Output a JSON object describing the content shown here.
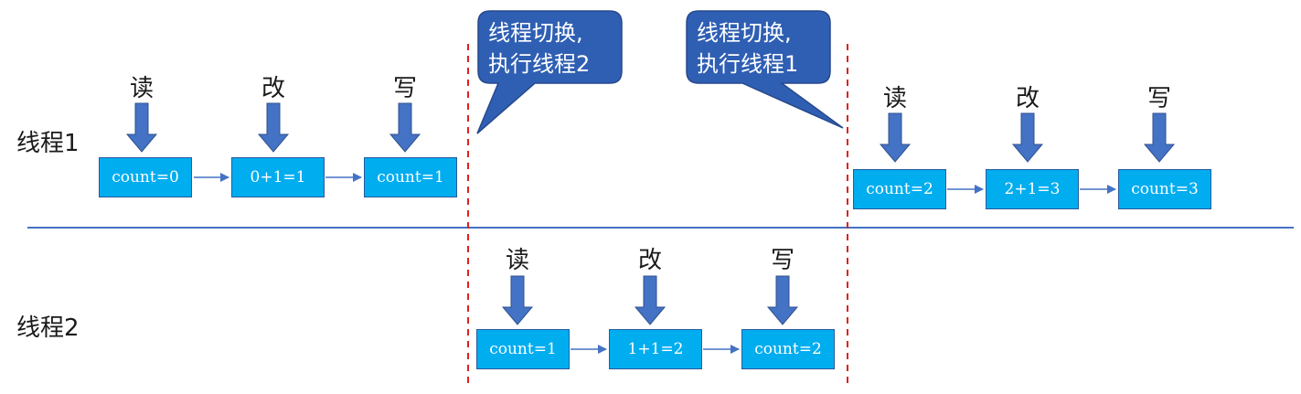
{
  "threads": {
    "t1_label": "线程1",
    "t2_label": "线程2"
  },
  "thread1_a": {
    "ops": [
      "读",
      "改",
      "写"
    ],
    "boxes": [
      "count=0",
      "0+1=1",
      "count=1"
    ]
  },
  "thread1_b": {
    "ops": [
      "读",
      "改",
      "写"
    ],
    "boxes": [
      "count=2",
      "2+1=3",
      "count=3"
    ]
  },
  "thread2": {
    "ops": [
      "读",
      "改",
      "写"
    ],
    "boxes": [
      "count=1",
      "1+1=2",
      "count=2"
    ]
  },
  "callouts": {
    "switch_to_t2": {
      "line1": "线程切换,",
      "line2": "执行线程2"
    },
    "switch_to_t1": {
      "line1": "线程切换,",
      "line2": "执行线程1"
    }
  },
  "colors": {
    "box_fill": "#00adef",
    "box_border": "#2a5a9e",
    "arrow": "#4472c4",
    "callout_fill": "#2f5fb3",
    "divider": "#4472c4",
    "switch_line": "#e02020"
  }
}
